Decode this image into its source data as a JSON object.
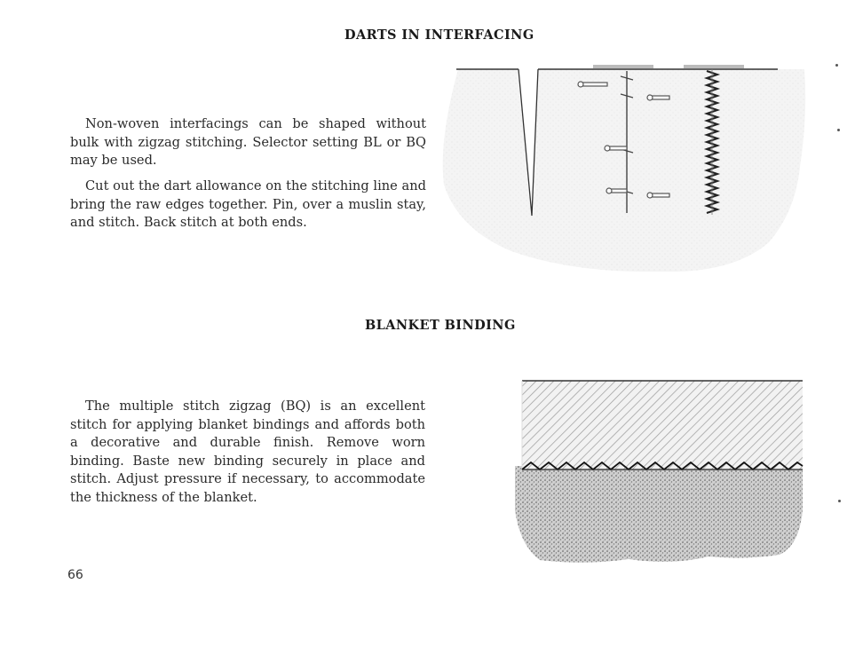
{
  "page": {
    "sections": [
      {
        "heading": "DARTS IN INTERFACING",
        "paragraphs": [
          "Non-woven interfacings can be shaped without bulk with zigzag stitching. Selector setting BL or BQ may be used.",
          "Cut out the dart allowance on the stitching line and bring the raw edges together. Pin, over a muslin stay, and stitch. Back stitch at both ends."
        ],
        "illustration_icon": "dart-interfacing-illustration"
      },
      {
        "heading": "BLANKET BINDING",
        "paragraphs": [
          "The multiple stitch zigzag (BQ) is an excellent stitch for applying blanket bindings and affords both a decorative and durable finish. Remove worn binding. Baste new binding securely in place and stitch. Adjust pressure if necessary, to accommodate the thickness of the blanket."
        ],
        "illustration_icon": "blanket-binding-illustration"
      }
    ],
    "page_number": "66"
  }
}
